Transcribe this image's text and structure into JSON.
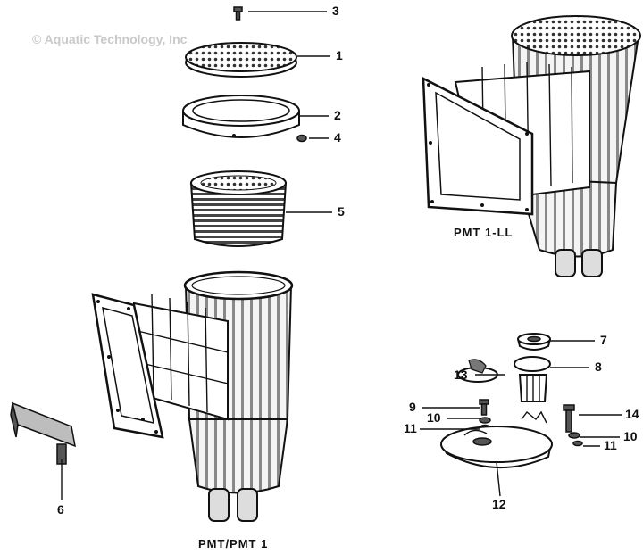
{
  "copyright": "© Aquatic Technology, Inc",
  "callouts": {
    "c1": "1",
    "c2": "2",
    "c3": "3",
    "c4": "4",
    "c5": "5",
    "c6": "6",
    "c7": "7",
    "c8": "8",
    "c9": "9",
    "c10a": "10",
    "c10b": "10",
    "c11a": "11",
    "c11b": "11",
    "c12": "12",
    "c13": "13",
    "c14": "14"
  },
  "captions": {
    "main": "PMT/PMT 1",
    "large": "PMT 1-LL"
  }
}
